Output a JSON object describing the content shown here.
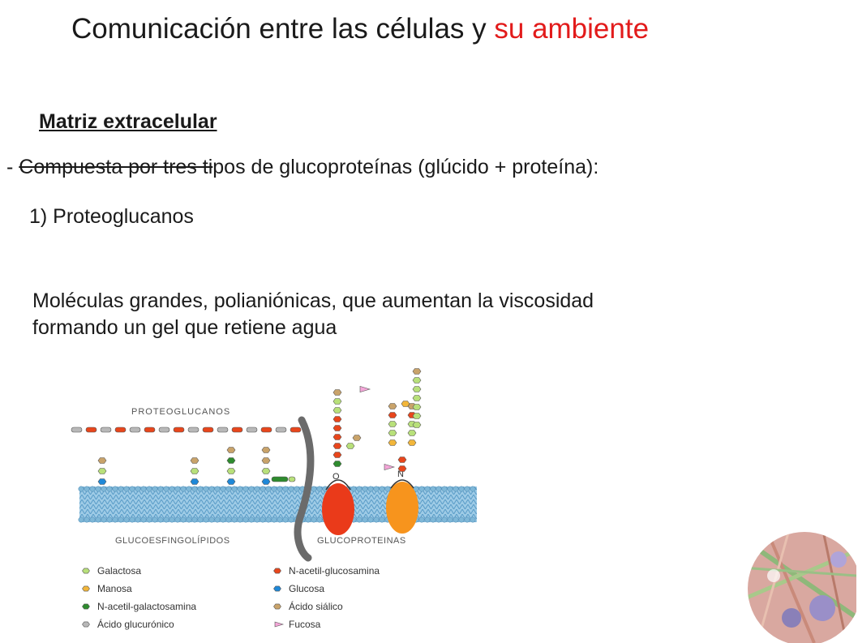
{
  "slide": {
    "title_main": "Comunicación entre las células y ",
    "title_accent": "su ambiente",
    "subtitle": "Matriz extracelular",
    "bullet_prefix": "- ",
    "bullet_strike": "Compuesta por tres ti",
    "bullet_rest": "pos de glucoproteínas (glúcido + proteína):",
    "item_1": "1) Proteoglucanos",
    "description_line1": "Moléculas grandes, polianiónicas, que aumentan la viscosidad",
    "description_line2": "formando un gel que retiene agua"
  },
  "diagram": {
    "label_proteoglucanos": "PROTEOGLUCANOS",
    "label_glucoesfingolipidos": "GLUCOESFINGOLÍPIDOS",
    "label_glucoproteinas": "GLUCOPROTEINAS",
    "label_o": "O",
    "label_n": "N",
    "legend": [
      {
        "label": "Galactosa",
        "color": "#b8e07a",
        "shape": "hexagon"
      },
      {
        "label": "Manosa",
        "color": "#f2b63a",
        "shape": "hexagon"
      },
      {
        "label": "N-acetil-galactosamina",
        "color": "#2e8b2e",
        "shape": "hexagon"
      },
      {
        "label": "Ácido glucurónico",
        "color": "#b8b8b8",
        "shape": "hexagon"
      },
      {
        "label": "N-acetil-glucosamina",
        "color": "#e8461c",
        "shape": "hexagon"
      },
      {
        "label": "Glucosa",
        "color": "#1e88d8",
        "shape": "hexagon"
      },
      {
        "label": "Ácido siálico",
        "color": "#c9a36a",
        "shape": "hexagon"
      },
      {
        "label": "Fucosa",
        "color": "#f4a6d8",
        "shape": "triangle"
      }
    ]
  },
  "colors": {
    "accent_red": "#e21b1b",
    "membrane": "#7fb8d8",
    "protein_red": "#ea3a1a",
    "protein_orange": "#f7941d",
    "proteoglycan_rod": "#6b6b6b"
  }
}
